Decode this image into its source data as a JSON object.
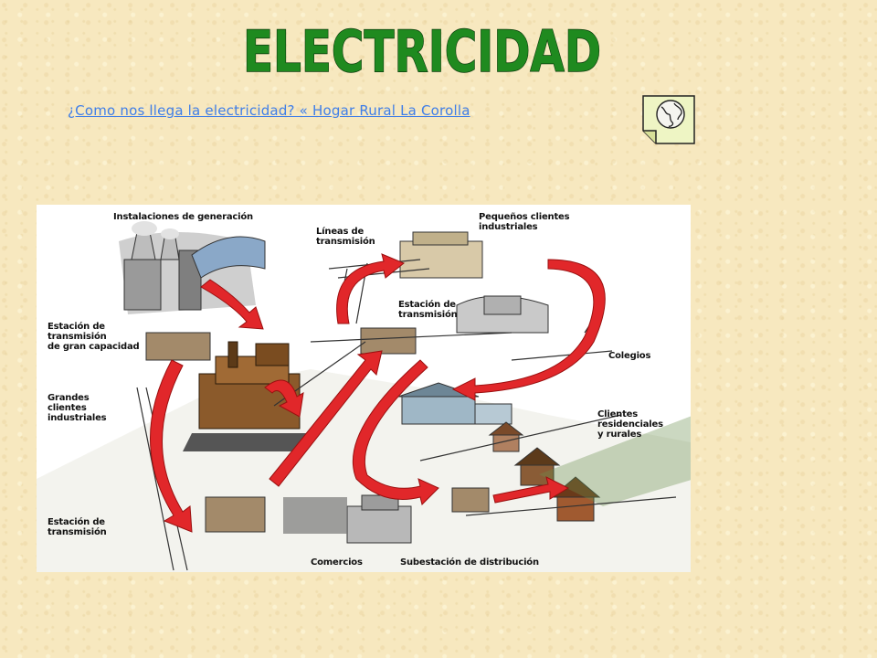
{
  "title": "ELECTRICIDAD",
  "source_link": {
    "text": "¿Como nos llega la electricidad? « Hogar Rural La Corolla"
  },
  "icons": {
    "globe": "globe-page-icon"
  },
  "colors": {
    "background": "#f7e8bf",
    "title_fill": "#1f8a1f",
    "link": "#3f7ee8",
    "arrow": "#e1272a"
  },
  "diagram": {
    "labels": {
      "generation": "Instalaciones de generación",
      "transmission_lines": "Líneas de\ntransmisión",
      "small_industrial": "Pequeños clientes\nindustriales",
      "high_capacity_station": "Estación de\ntransmisión\nde gran capacidad",
      "transmission_station_top": "Estación de\ntransmisión",
      "schools": "Colegios",
      "large_industrial": "Grandes\nclientes\nindustriales",
      "residential": "Clientes\nresidenciales\ny rurales",
      "transmission_station_bottom": "Estación de\ntransmisión",
      "commerce": "Comercios",
      "distribution_substation": "Subestación de distribución"
    }
  }
}
